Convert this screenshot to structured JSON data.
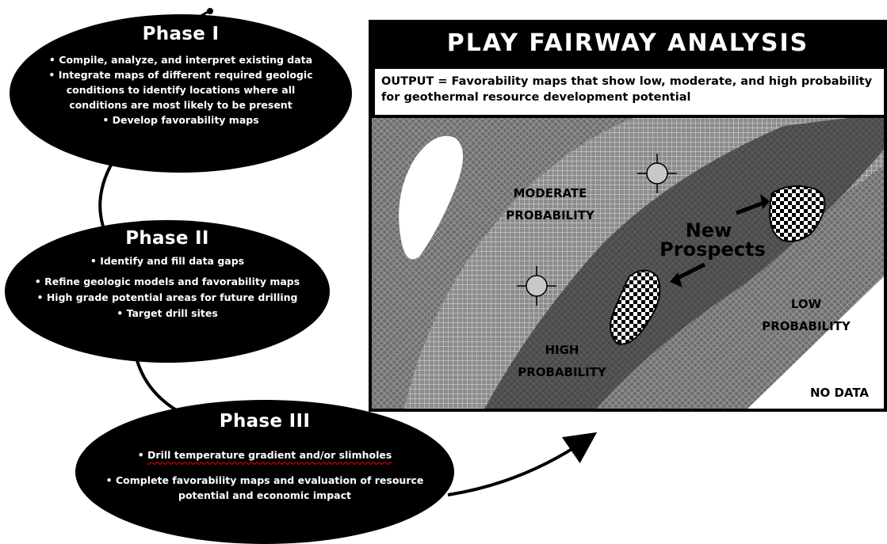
{
  "phase1": {
    "title": "Phase I",
    "items": [
      "Compile, analyze, and interpret existing data",
      "Integrate maps of different required geologic conditions to identify locations where all conditions are most likely to be present",
      "Develop favorability maps"
    ]
  },
  "phase2": {
    "title": "Phase II",
    "items": [
      "Identify and fill data gaps",
      "Refine geologic models and favorability maps",
      "High grade potential areas for future drilling",
      "Target drill sites"
    ]
  },
  "phase3": {
    "title": "Phase III",
    "items": [
      "Drill temperature gradient and/or slimholes",
      "Complete favorability maps and evaluation of resource potential and economic impact"
    ]
  },
  "panel": {
    "title": "PLAY FAIRWAY ANALYSIS",
    "output": "OUTPUT = Favorability maps that show low, moderate, and high probability for geothermal resource development potential"
  },
  "map": {
    "moderate": [
      "MODERATE",
      "PROBABILITY"
    ],
    "high": [
      "HIGH",
      "PROBABILITY"
    ],
    "low": [
      "LOW",
      "PROBABILITY"
    ],
    "nodata": "NO DATA",
    "prospects": [
      "New",
      "Prospects"
    ]
  },
  "colors": {
    "zone_dark": "#4a4a4a",
    "zone_mid": "#7a7a7a",
    "grid_light": "#c8c8c8",
    "background": "#000000"
  }
}
